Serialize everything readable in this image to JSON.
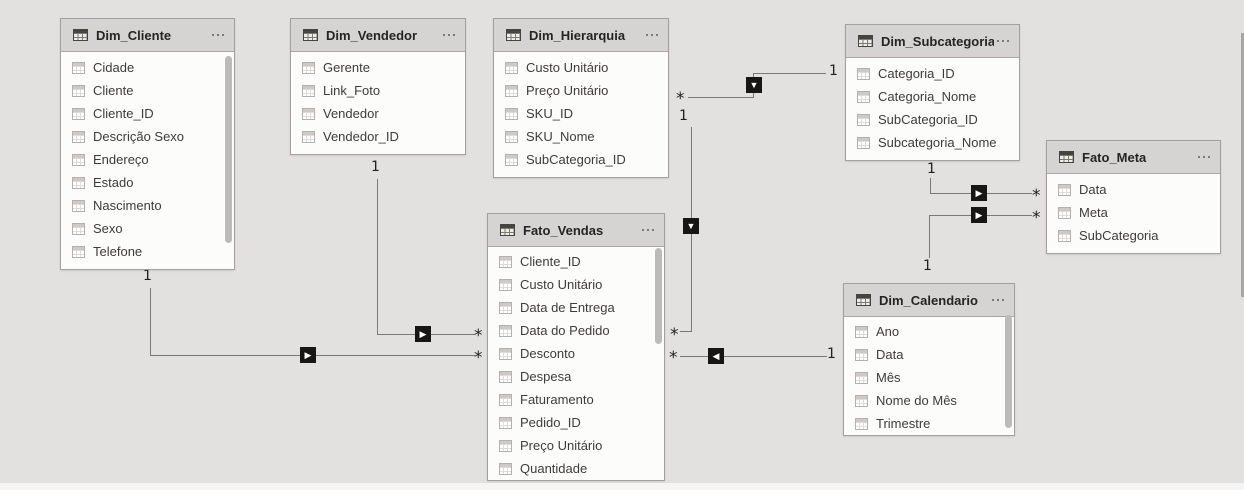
{
  "view": "model-diagram",
  "tables": [
    {
      "key": "dim-cliente",
      "name": "Dim_Cliente",
      "scrollbar": true,
      "fields": [
        "Cidade",
        "Cliente",
        "Cliente_ID",
        "Descrição Sexo",
        "Endereço",
        "Estado",
        "Nascimento",
        "Sexo",
        "Telefone"
      ]
    },
    {
      "key": "dim-vendedor",
      "name": "Dim_Vendedor",
      "scrollbar": false,
      "fields": [
        "Gerente",
        "Link_Foto",
        "Vendedor",
        "Vendedor_ID"
      ]
    },
    {
      "key": "dim-hierarquia",
      "name": "Dim_Hierarquia",
      "scrollbar": false,
      "fields": [
        "Custo Unitário",
        "Preço Unitário",
        "SKU_ID",
        "SKU_Nome",
        "SubCategoria_ID"
      ]
    },
    {
      "key": "dim-subcategoria",
      "name": "Dim_Subcategoria",
      "scrollbar": false,
      "fields": [
        "Categoria_ID",
        "Categoria_Nome",
        "SubCategoria_ID",
        "Subcategoria_Nome"
      ]
    },
    {
      "key": "fato-meta",
      "name": "Fato_Meta",
      "scrollbar": false,
      "fields": [
        "Data",
        "Meta",
        "SubCategoria"
      ]
    },
    {
      "key": "fato-vendas",
      "name": "Fato_Vendas",
      "scrollbar": true,
      "fields": [
        "Cliente_ID",
        "Custo Unitário",
        "Data de Entrega",
        "Data do Pedido",
        "Desconto",
        "Despesa",
        "Faturamento",
        "Pedido_ID",
        "Preço Unitário",
        "Quantidade"
      ]
    },
    {
      "key": "dim-calendario",
      "name": "Dim_Calendario",
      "scrollbar": true,
      "clipped_row": true,
      "fields": [
        "Ano",
        "Data",
        "Mês",
        "Nome do Mês",
        "Trimestre"
      ]
    }
  ],
  "relationships": [
    {
      "from": "Dim_Cliente",
      "to": "Fato_Vendas",
      "from_card": "1",
      "to_card": "*",
      "direction_icon": "arrow-right"
    },
    {
      "from": "Dim_Vendedor",
      "to": "Fato_Vendas",
      "from_card": "1",
      "to_card": "*",
      "direction_icon": "arrow-right"
    },
    {
      "from": "Dim_Subcategoria",
      "to": "Dim_Hierarquia",
      "from_card": "1",
      "to_card": "*",
      "direction_icon": "arrow-down"
    },
    {
      "from": "Dim_Hierarquia",
      "to": "Fato_Vendas",
      "from_card": "1",
      "to_card": "*",
      "direction_icon": "arrow-down"
    },
    {
      "from": "Dim_Calendario",
      "to": "Fato_Vendas",
      "from_card": "1",
      "to_card": "*",
      "direction_icon": "arrow-left"
    },
    {
      "from": "Dim_Subcategoria",
      "to": "Fato_Meta",
      "from_card": "1",
      "to_card": "*",
      "direction_icon": "arrow-right"
    },
    {
      "from": "Dim_Calendario",
      "to": "Fato_Meta",
      "from_card": "1",
      "to_card": "*",
      "direction_icon": "arrow-right"
    }
  ],
  "icons": {
    "arrow_right": "▶",
    "arrow_left": "◀",
    "arrow_down": "▼"
  },
  "colors": {
    "canvas_background": "#e2e1df",
    "table_header": "#d6d4d2",
    "table_body": "#fcfcfb",
    "table_border": "#a3a09e",
    "relationship_line": "#7b7977",
    "marker_background": "#171614"
  }
}
